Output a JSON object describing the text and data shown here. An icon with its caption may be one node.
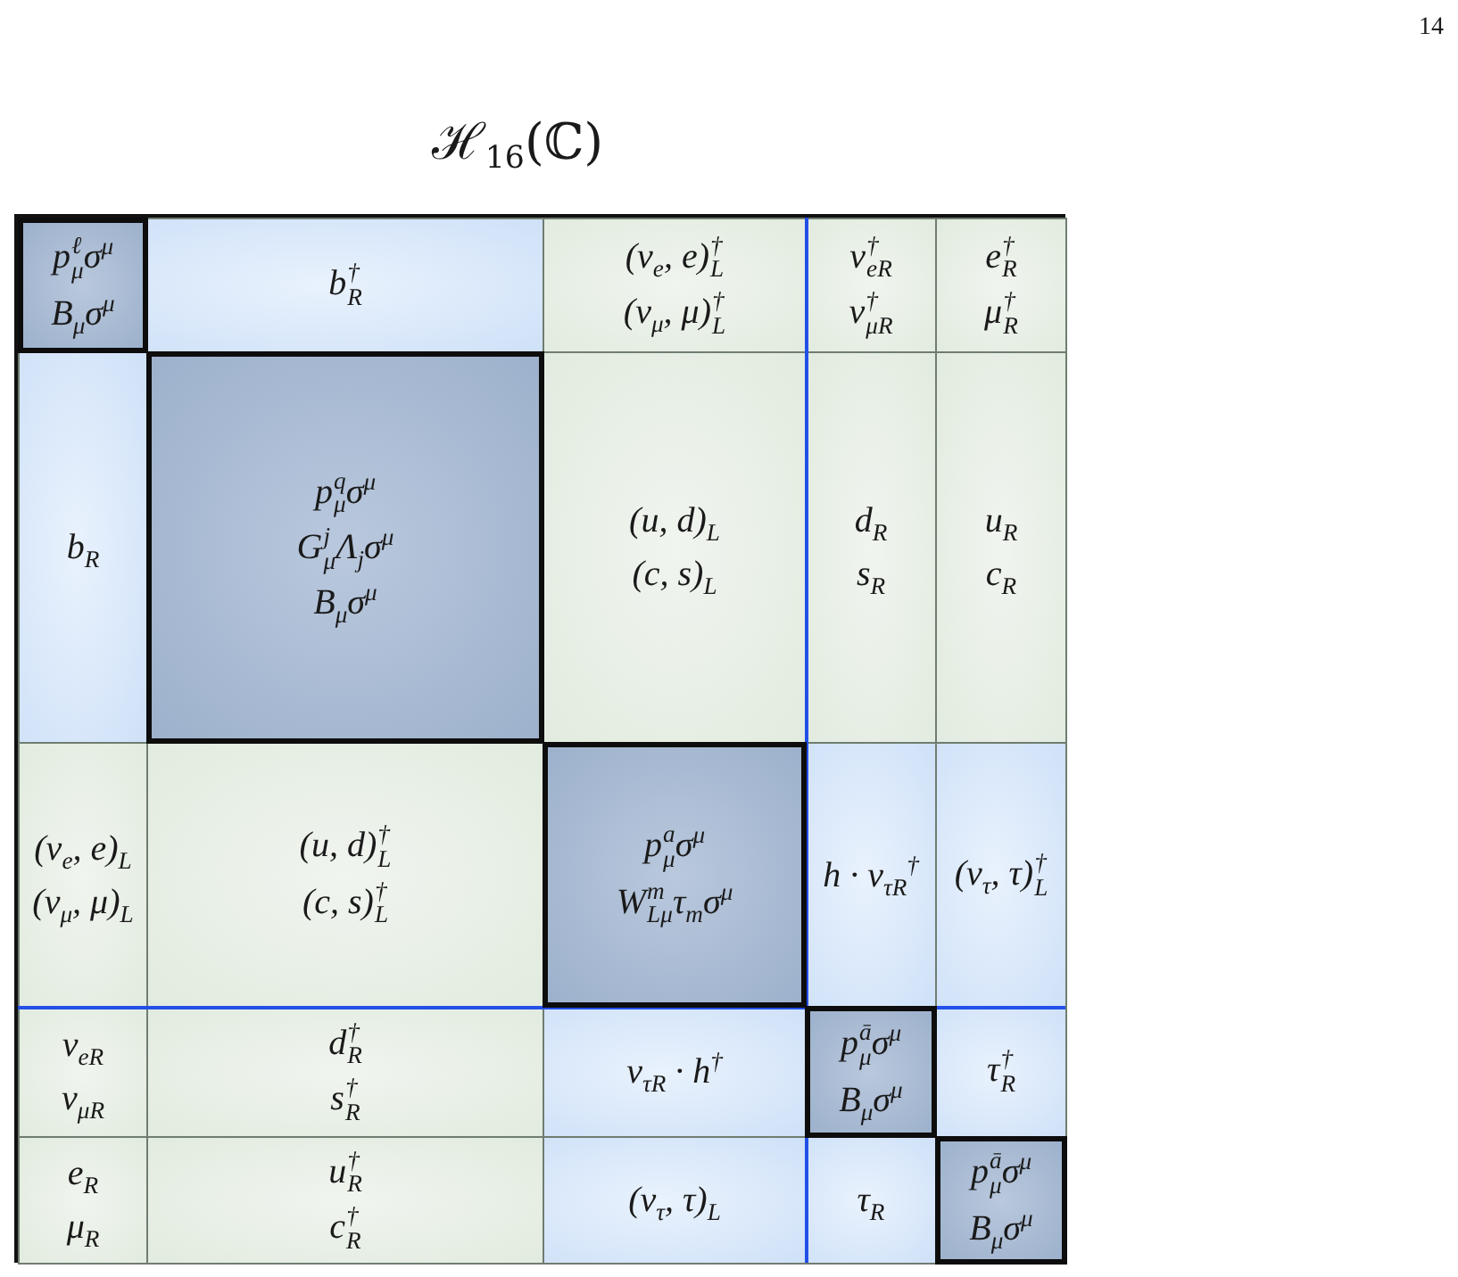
{
  "diagram": {
    "title": "ℋ$_{16}$(ℂ)",
    "nodes": [
      {
        "text": [
          "p$^{ℓ}$$_{μ}$σ$^{μ}$",
          "B$_{μ}$σ$^{μ}$"
        ]
      },
      {
        "text": [
          "b$^{†}$$_{R}$"
        ]
      },
      {
        "text": [
          "(ν$_{e}$, e)$^{†}$$_{L}$",
          "(ν$_{μ}$, μ)$^{†}$$_{L}$"
        ]
      },
      {
        "text": [
          "ν$^{†}$$_{eR}$",
          "ν$^{†}$$_{μR}$"
        ]
      },
      {
        "text": [
          "e$^{†}$$_{R}$",
          "μ$^{†}$$_{R}$"
        ]
      },
      {
        "text": [
          "b$_{R}$"
        ]
      },
      {
        "text": [
          "p$^{q}$$_{μ}$σ$^{μ}$",
          "G$^{j}$$_{μ}$Λ$_{j}$σ$^{μ}$",
          "B$_{μ}$σ$^{μ}$"
        ]
      },
      {
        "text": [
          "(u, d)$_{L}$",
          "(c, s)$_{L}$"
        ]
      },
      {
        "text": [
          "d$_{R}$",
          "s$_{R}$"
        ]
      },
      {
        "text": [
          "u$_{R}$",
          "c$_{R}$"
        ]
      },
      {
        "text": [
          "(ν$_{e}$, e)$_{L}$",
          "(ν$_{μ}$, μ)$_{L}$"
        ]
      },
      {
        "text": [
          "(u, d)$^{†}$$_{L}$",
          "(c, s)$^{†}$$_{L}$"
        ]
      },
      {
        "text": [
          "p$^{a}$$_{μ}$σ$^{μ}$",
          "W$^{m}$$_{Lμ}$τ$_{m}$σ$^{μ}$"
        ]
      },
      {
        "text": [
          "h · ν$_{τR}$$^{†}$"
        ]
      },
      {
        "text": [
          "(ν$_{τ}$, τ)$^{†}$$_{L}$"
        ]
      },
      {
        "text": [
          "ν$_{eR}$",
          "ν$_{μR}$"
        ]
      },
      {
        "text": [
          "d$^{†}$$_{R}$",
          "s$^{†}$$_{R}$"
        ]
      },
      {
        "text": [
          "ν$_{τR}$ · h$^{†}$"
        ]
      },
      {
        "text": [
          "p$^{ā}$$_{μ}$σ$^{μ}$",
          "B$_{μ}$σ$^{μ}$"
        ]
      },
      {
        "text": [
          "τ$^{†}$$_{R}$"
        ]
      },
      {
        "text": [
          "e$_{R}$",
          "μ$_{R}$"
        ]
      },
      {
        "text": [
          "u$^{†}$$_{R}$",
          "c$^{†}$$_{R}$"
        ]
      },
      {
        "text": [
          "(ν$_{τ}$, τ)$_{L}$"
        ]
      },
      {
        "text": [
          "τ$_{R}$"
        ]
      },
      {
        "text": [
          "p$^{ā}$$_{μ}$σ$^{μ}$",
          "B$_{μ}$σ$^{μ}$"
        ]
      }
    ],
    "labels": [
      "14"
    ]
  }
}
